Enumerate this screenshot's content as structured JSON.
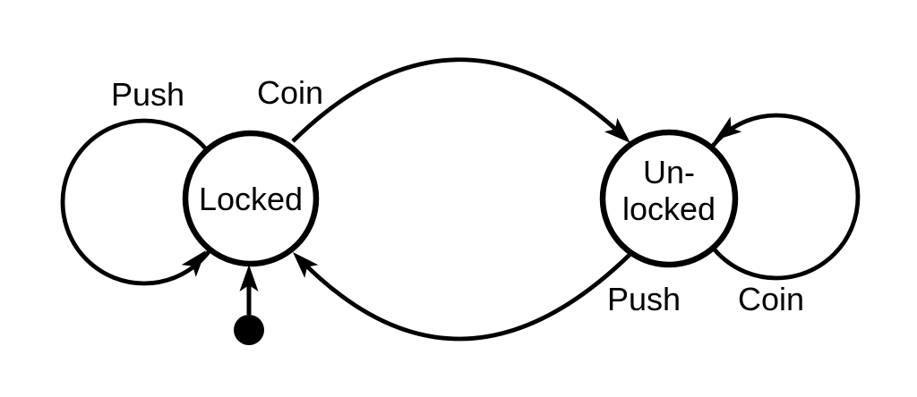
{
  "diagram": {
    "type": "finite-state-machine",
    "colors": {
      "background": "#ffffff",
      "line": "#000000",
      "text": "#000000"
    },
    "states": [
      {
        "id": "locked",
        "label": "Locked"
      },
      {
        "id": "unlocked",
        "label_line1": "Un-",
        "label_line2": "locked"
      }
    ],
    "initial_state": "locked",
    "transitions": [
      {
        "from": "locked",
        "to": "locked",
        "label": "Push",
        "shape": "self-loop-left"
      },
      {
        "from": "locked",
        "to": "unlocked",
        "label": "Coin",
        "shape": "arc-top"
      },
      {
        "from": "unlocked",
        "to": "locked",
        "label": "Push",
        "shape": "arc-bottom"
      },
      {
        "from": "unlocked",
        "to": "unlocked",
        "label": "Coin",
        "shape": "self-loop-right"
      }
    ]
  }
}
